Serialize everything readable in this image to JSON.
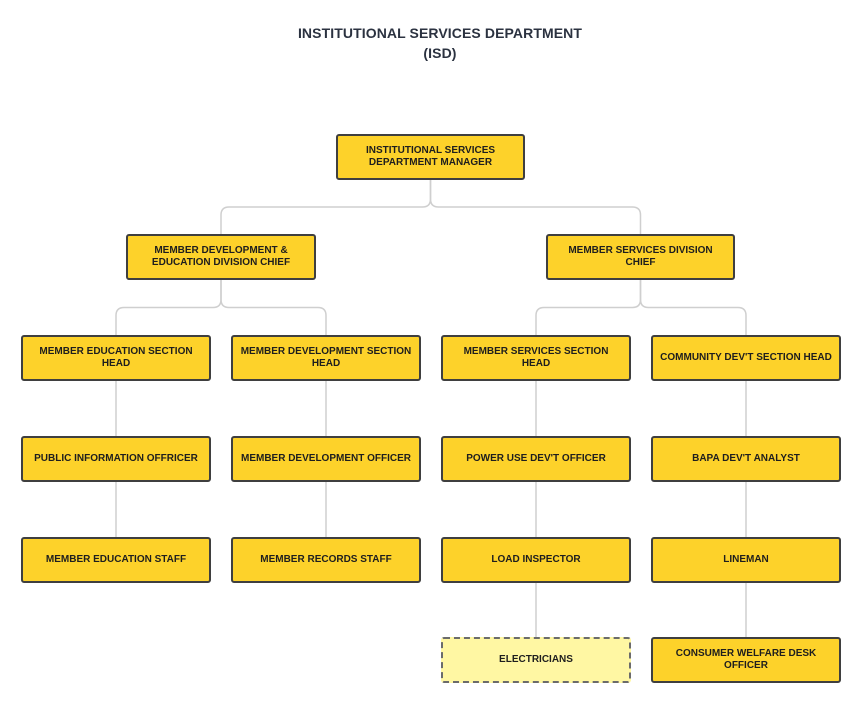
{
  "title": {
    "line1": "INSTITUTIONAL SERVICES DEPARTMENT",
    "line2": "(ISD)"
  },
  "nodes": {
    "manager": "INSTITUTIONAL SERVICES DEPARTMENT MANAGER",
    "md_chief": "MEMBER DEVELOPMENT & EDUCATION DIVISION CHIEF",
    "ms_chief": "MEMBER SERVICES DIVISION CHIEF",
    "me_head": "MEMBER EDUCATION SECTION HEAD",
    "md_head": "MEMBER DEVELOPMENT SECTION HEAD",
    "ms_head": "MEMBER SERVICES SECTION HEAD",
    "cd_head": "COMMUNITY DEV'T SECTION HEAD",
    "pio": "PUBLIC INFORMATION OFFRICER",
    "mdo": "MEMBER DEVELOPMENT OFFICER",
    "pudo": "POWER USE DEV'T OFFICER",
    "bapa": "BAPA DEV'T ANALYST",
    "me_staff": "MEMBER EDUCATION STAFF",
    "mr_staff": "MEMBER RECORDS STAFF",
    "load_insp": "LOAD INSPECTOR",
    "lineman": "LINEMAN",
    "electricians": "ELECTRICIANS",
    "cwdo": "CONSUMER WELFARE DESK OFFICER"
  },
  "edges": [
    [
      "manager",
      "md_chief"
    ],
    [
      "manager",
      "ms_chief"
    ],
    [
      "md_chief",
      "me_head"
    ],
    [
      "md_chief",
      "md_head"
    ],
    [
      "ms_chief",
      "ms_head"
    ],
    [
      "ms_chief",
      "cd_head"
    ],
    [
      "me_head",
      "pio"
    ],
    [
      "pio",
      "me_staff"
    ],
    [
      "md_head",
      "mdo"
    ],
    [
      "mdo",
      "mr_staff"
    ],
    [
      "ms_head",
      "pudo"
    ],
    [
      "pudo",
      "load_insp"
    ],
    [
      "load_insp",
      "electricians"
    ],
    [
      "cd_head",
      "bapa"
    ],
    [
      "bapa",
      "lineman"
    ],
    [
      "lineman",
      "cwdo"
    ]
  ]
}
